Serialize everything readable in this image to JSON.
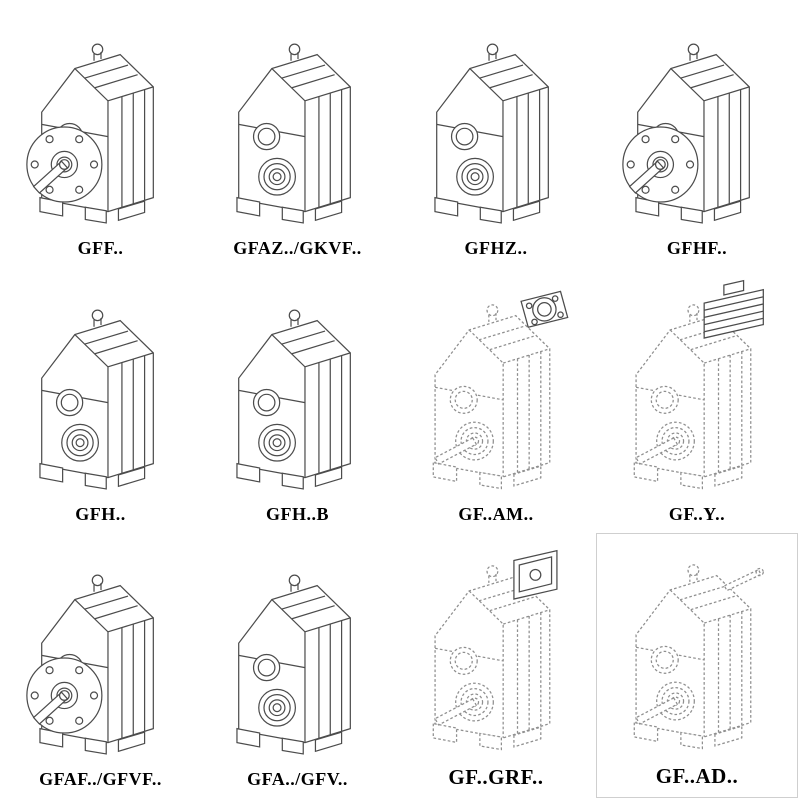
{
  "page": {
    "background": "#ffffff"
  },
  "style": {
    "line_color": "#4c4c4c",
    "dashed_line_color": "#8f8f8f",
    "label_color": "#000000"
  },
  "grid": {
    "rows": 3,
    "columns": 4,
    "items": [
      {
        "label": "GFF..",
        "drawing": "gearbox-flange-solid-shaft"
      },
      {
        "label": "GFAZ../GKVF..",
        "drawing": "gearbox-hollow-shaft-bearing"
      },
      {
        "label": "GFHZ..",
        "drawing": "gearbox-hollow-shaft-bearing"
      },
      {
        "label": "GFHF..",
        "drawing": "gearbox-flange-solid-shaft"
      },
      {
        "label": "GFH..",
        "drawing": "gearbox-hollow-shaft-bearing"
      },
      {
        "label": "GFH..B",
        "drawing": "gearbox-hollow-shaft-bearing"
      },
      {
        "label": "GF..AM..",
        "drawing": "gearbox-phantom-with-iec-adapter-flange"
      },
      {
        "label": "GF..Y..",
        "drawing": "gearbox-phantom-with-motor"
      },
      {
        "label": "GFAF../GFVF..",
        "drawing": "gearbox-flange-solid-shaft"
      },
      {
        "label": "GFA../GFV..",
        "drawing": "gearbox-hollow-shaft-bearing"
      },
      {
        "label": "GF..GRF..",
        "drawing": "gearbox-phantom-with-input-adapter"
      },
      {
        "label": "GF..AD..",
        "drawing": "gearbox-phantom-with-input-shaft"
      }
    ]
  }
}
